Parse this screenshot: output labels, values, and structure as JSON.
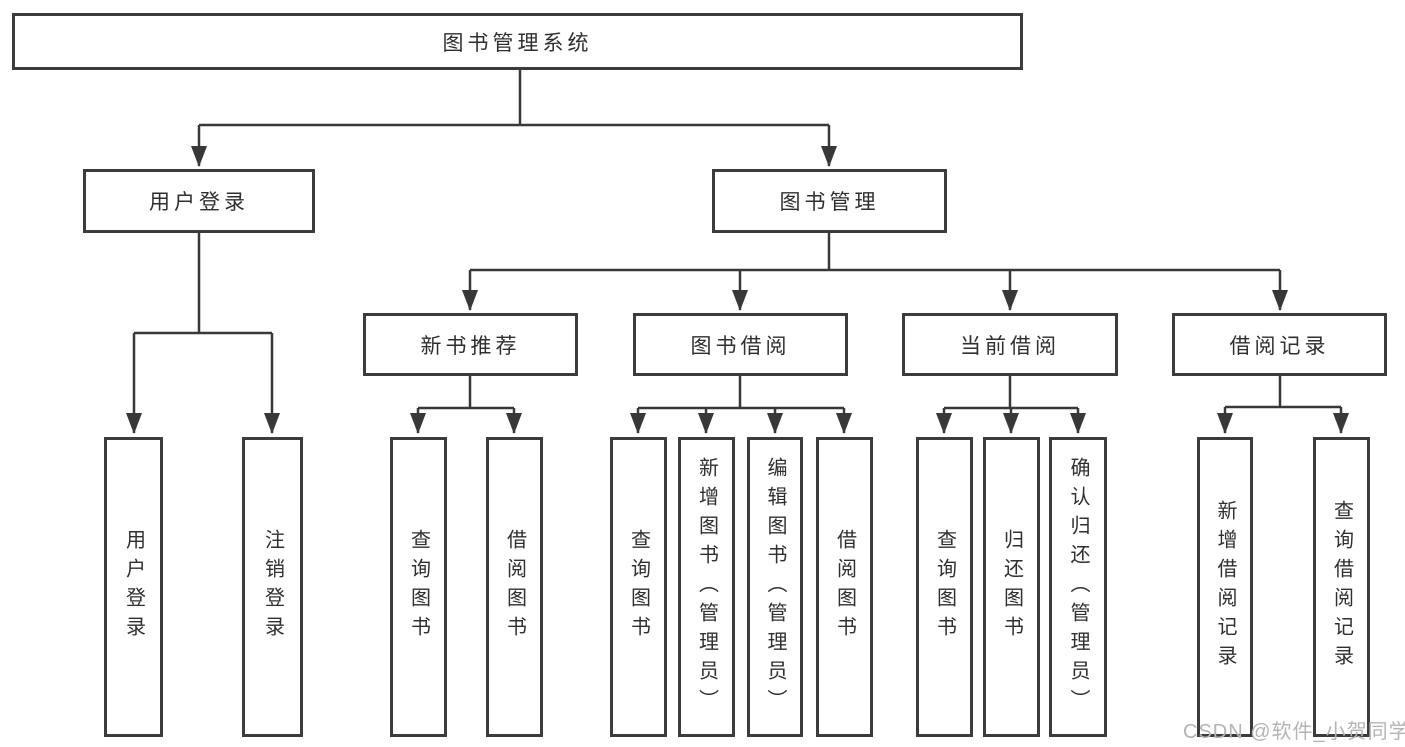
{
  "tree": {
    "root": {
      "label": "图书管理系统"
    },
    "children": [
      {
        "label": "用户登录",
        "children": [
          {
            "label": "用户登录"
          },
          {
            "label": "注销登录"
          }
        ]
      },
      {
        "label": "图书管理",
        "children": [
          {
            "label": "新书推荐",
            "children": [
              {
                "label": "查询图书"
              },
              {
                "label": "借阅图书"
              }
            ]
          },
          {
            "label": "图书借阅",
            "children": [
              {
                "label": "查询图书"
              },
              {
                "label": "新增图书（管理员）"
              },
              {
                "label": "编辑图书（管理员）"
              },
              {
                "label": "借阅图书"
              }
            ]
          },
          {
            "label": "当前借阅",
            "children": [
              {
                "label": "查询图书"
              },
              {
                "label": "归还图书"
              },
              {
                "label": "确认归还（管理员）"
              }
            ]
          },
          {
            "label": "借阅记录",
            "children": [
              {
                "label": "新增借阅记录"
              },
              {
                "label": "查询借阅记录"
              }
            ]
          }
        ]
      }
    ]
  },
  "watermark": {
    "text": "CSDN @软件_小贺同学"
  },
  "colors": {
    "line": "#383838",
    "box_border": "#3c3c3c",
    "text": "#2f2f2f",
    "watermark": "#b4b4b4",
    "background": "#ffffff"
  }
}
